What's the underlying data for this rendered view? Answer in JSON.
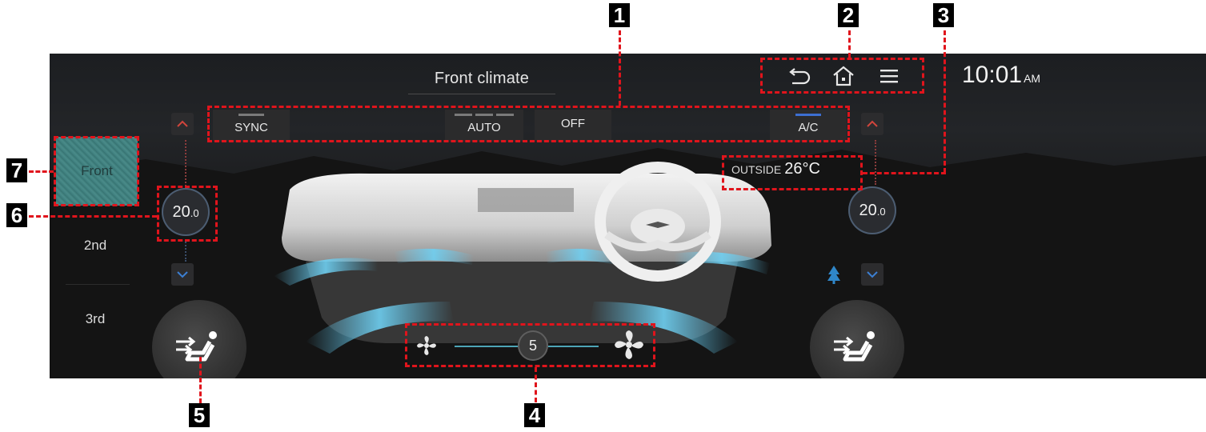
{
  "header": {
    "title": "Front climate",
    "clock_time": "10:01",
    "clock_ampm": "AM"
  },
  "nav_icons": [
    "back-icon",
    "home-icon",
    "menu-icon"
  ],
  "mode_buttons": {
    "sync": "SYNC",
    "auto": "AUTO",
    "off": "OFF",
    "ac": "A/C"
  },
  "outside": {
    "label": "OUTSIDE",
    "value": "26°C"
  },
  "zones": {
    "left_temp_int": "20",
    "left_temp_dec": ".0",
    "right_temp_int": "20",
    "right_temp_dec": ".0"
  },
  "rows": {
    "front": "Front",
    "second": "2nd",
    "third": "3rd"
  },
  "fan": {
    "speed": "5"
  },
  "callouts": [
    "1",
    "2",
    "3",
    "4",
    "5",
    "6",
    "7"
  ],
  "colors": {
    "callout_red": "#e0141c",
    "accent_blue": "#2f86c8",
    "ac_indicator": "#3d6fd1"
  }
}
